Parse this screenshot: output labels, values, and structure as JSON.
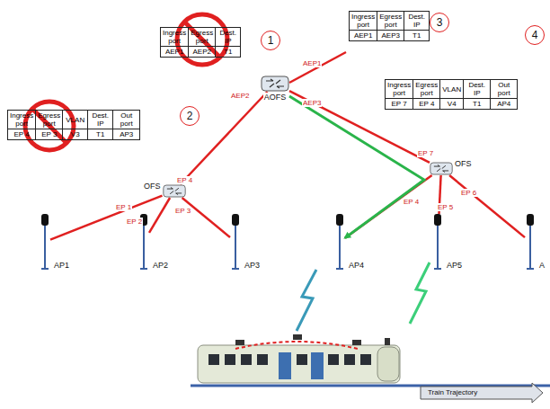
{
  "diagram": {
    "nodes": [
      {
        "text": [
          "AOFS"
        ]
      },
      {
        "text": [
          "OFS"
        ]
      },
      {
        "text": [
          "OFS"
        ]
      },
      {
        "text": [
          "AP1"
        ]
      },
      {
        "text": [
          "AP2"
        ]
      },
      {
        "text": [
          "AP3"
        ]
      },
      {
        "text": [
          "AP4"
        ]
      },
      {
        "text": [
          "AP5"
        ]
      },
      {
        "text": [
          "A"
        ]
      }
    ],
    "edges": [
      {
        "from": 0,
        "to": 1,
        "arrow": "none"
      },
      {
        "from": 0,
        "to": 2,
        "arrow": "none"
      },
      {
        "from": 1,
        "to": 3,
        "arrow": "none"
      },
      {
        "from": 1,
        "to": 4,
        "arrow": "none"
      },
      {
        "from": 1,
        "to": 5,
        "arrow": "none"
      },
      {
        "from": 2,
        "to": 6,
        "arrow": "none"
      },
      {
        "from": 2,
        "to": 7,
        "arrow": "none"
      },
      {
        "from": 2,
        "to": 8,
        "arrow": "none"
      },
      {
        "from": 0,
        "to": 6,
        "arrow": "to"
      }
    ],
    "labels": [
      "1",
      "Ingress port",
      "Egress port",
      "Dest. IP",
      "AEP1",
      "AEP2",
      "T1",
      "2",
      "Ingress port",
      "Egress port",
      "VLAN",
      "Dest. IP",
      "Out port",
      "EP 4",
      "EP 3",
      "V3",
      "T1",
      "AP3",
      "3",
      "Ingress port",
      "Egress port",
      "Dest. IP",
      "AEP1",
      "AEP3",
      "T1",
      "4",
      "Ingress port",
      "Egress port",
      "VLAN",
      "Dest. IP",
      "Out port",
      "EP 7",
      "EP 4",
      "V4",
      "T1",
      "AP4",
      "AEP1",
      "AEP2",
      "AEP3",
      "EP 4",
      "EP 1",
      "EP 2",
      "EP 3",
      "EP 7",
      "EP 6",
      "EP 4",
      "EP 5",
      "Train Trajectory"
    ]
  }
}
